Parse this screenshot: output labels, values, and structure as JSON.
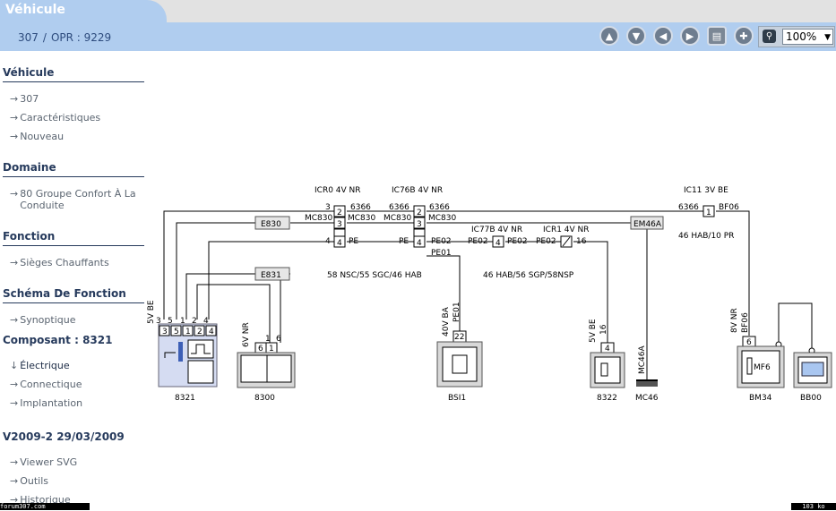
{
  "window": {
    "title": "Véhicule"
  },
  "breadcrumb": {
    "model": "307",
    "sep": "/",
    "opr": "OPR : 9229"
  },
  "toolbar": {
    "up": "up-arrow-icon",
    "down": "down-arrow-icon",
    "prev": "left-arrow-icon",
    "next": "right-arrow-icon",
    "print": "print-icon",
    "add": "plus-icon",
    "zoom_icon": "magnifier-icon",
    "zoom_value": "100%"
  },
  "sidebar": {
    "sections": [
      {
        "title": "Véhicule",
        "items": [
          "307",
          "Caractéristiques",
          "Nouveau"
        ]
      },
      {
        "title": "Domaine",
        "items": [
          "80 Groupe Confort À La Conduite"
        ]
      },
      {
        "title": "Fonction",
        "items": [
          "Sièges Chauffants"
        ]
      },
      {
        "title": "Schéma De Fonction",
        "items": [
          "Synoptique"
        ]
      },
      {
        "title": "Composant : 8321",
        "items": [
          "Électrique",
          "Connectique",
          "Implantation"
        ]
      },
      {
        "title": "V2009-2 29/03/2009",
        "items": [
          "Viewer SVG",
          "Outils",
          "Historique"
        ]
      }
    ]
  },
  "diagram": {
    "connectors": {
      "icr0": "ICR0 4V NR",
      "ic76b": "IC76B 4V NR",
      "ic77b": "IC77B 4V NR",
      "icr1": "ICR1 4V NR",
      "ic11": "IC11 3V BE"
    },
    "notes": {
      "n1": "58 NSC/55 SGC/46 HAB",
      "n2": "46 HAB/56 SGP/58NSP",
      "n3": "46 HAB/10 PR"
    },
    "boxes": {
      "e830": "E830",
      "e831": "E831",
      "em46a": "EM46A"
    },
    "wires": {
      "w6366": "6366",
      "mc830": "MC830",
      "pe": "PE",
      "pe02": "PE02",
      "pe01": "PE01",
      "bf06": "BF06",
      "mc46a": "MC46A"
    },
    "pins": {
      "p1": "1",
      "p2": "2",
      "p3": "3",
      "p4": "4",
      "p5": "5",
      "p6": "6",
      "p16": "16",
      "p22": "22"
    },
    "connector_labels": {
      "c8321": "5V BE",
      "c8300": "6V NR",
      "cbsi1": "40V BA",
      "c8322": "5V BE",
      "cbm34": "8V NR"
    },
    "components": {
      "c8321": "8321",
      "c8300": "8300",
      "bsi1": "BSI1",
      "c8322": "8322",
      "mc46": "MC46",
      "bm34": "BM34",
      "bb00": "BB00",
      "mf6": "MF6"
    }
  },
  "footer": {
    "left": "forum307.com",
    "right": "103 ko"
  }
}
